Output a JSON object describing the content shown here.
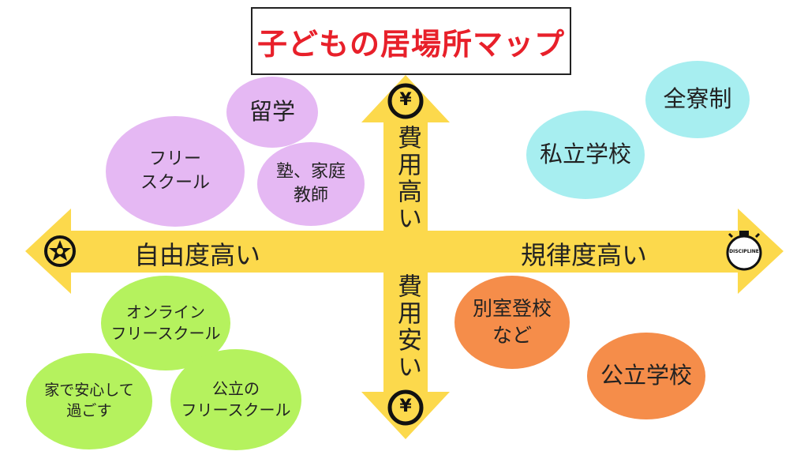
{
  "title": "子どもの居場所マップ",
  "axes": {
    "left": "自由度高い",
    "right": "規律度高い",
    "top": "費用高い",
    "bottom": "費用安い"
  },
  "icons": {
    "top": "¥",
    "bottom": "¥",
    "right_badge": "DISCIPLINE",
    "left": "star-icon"
  },
  "bubbles": {
    "free_school": "フリー\nスクール",
    "study_abroad": "留学",
    "cram_tutor": "塾、家庭\n教師",
    "all_dorm": "全寮制",
    "private_school": "私立学校",
    "online_free_school": "オンライン\nフリースクール",
    "home": "家で安心して\n過ごす",
    "public_free_school": "公立の\nフリースクール",
    "separate_room": "別室登校\nなど",
    "public_school": "公立学校"
  },
  "colors": {
    "arrow": "#fcd94c",
    "title": "#e8202a",
    "purple": "#e5b8f3",
    "cyan": "#a7eef0",
    "orange": "#f58d4a",
    "green": "#b5f25e"
  }
}
